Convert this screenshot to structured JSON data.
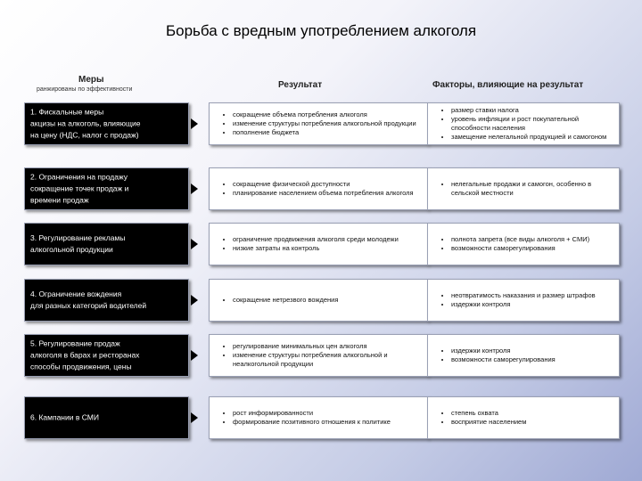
{
  "title": "Борьба с вредным употреблением алкоголя",
  "headers": {
    "measures": "Меры",
    "measures_sub": "ранжированы по эффективности",
    "result": "Результат",
    "factors": "Факторы, влияющие на результат"
  },
  "rows": [
    {
      "measure": [
        "1.   Фискальные меры",
        "акцизы на алкоголь, влияющие",
        " на цену (НДС, налог с продаж)"
      ],
      "result": [
        "сокращение объема потребления алкоголя",
        "изменение структуры потребления алкогольной продукции",
        "пополнение бюджета"
      ],
      "factors": [
        "размер ставки налога",
        "уровень инфляции и рост покупательной способности населения",
        "замещение нелегальной продукцией и самогоном"
      ]
    },
    {
      "measure": [
        "2. Ограничения на продажу",
        "сокращение точек продаж и",
        "времени продаж"
      ],
      "result": [
        "сокращение физической доступности",
        "планирование населением объема потребления алкоголя"
      ],
      "factors": [
        "нелегальные продажи и самогон, особенно в сельской местности"
      ]
    },
    {
      "measure": [
        "3. Регулирование рекламы",
        "алкогольной продукции"
      ],
      "result": [
        "ограничение продвижения алкоголя среди молодежи",
        "низкие затраты на контроль"
      ],
      "factors": [
        "полнота запрета (все виды алкоголя + СМИ)",
        "возможности саморегулирования"
      ]
    },
    {
      "measure": [
        "4. Ограничение вождения",
        "для разных категорий водителей"
      ],
      "result": [
        "сокращение нетрезвого вождения"
      ],
      "factors": [
        "неотвратимость наказания и размер штрафов",
        "издержки контроля"
      ]
    },
    {
      "measure": [
        "5. Регулирование продаж",
        "алкоголя в барах и ресторанах",
        "способы продвижения, цены"
      ],
      "result": [
        "регулирование минимальных цен алкоголя",
        "изменение структуры потребления алкогольной и неалкогольной продукции"
      ],
      "factors": [
        "издержки контроля",
        "возможности саморегулирования"
      ]
    },
    {
      "measure": [
        "6. Кампании в СМИ"
      ],
      "result": [
        "рост информированности",
        "формирование позитивного отношения к политике"
      ],
      "factors": [
        "степень охвата",
        "восприятие населением"
      ]
    }
  ]
}
